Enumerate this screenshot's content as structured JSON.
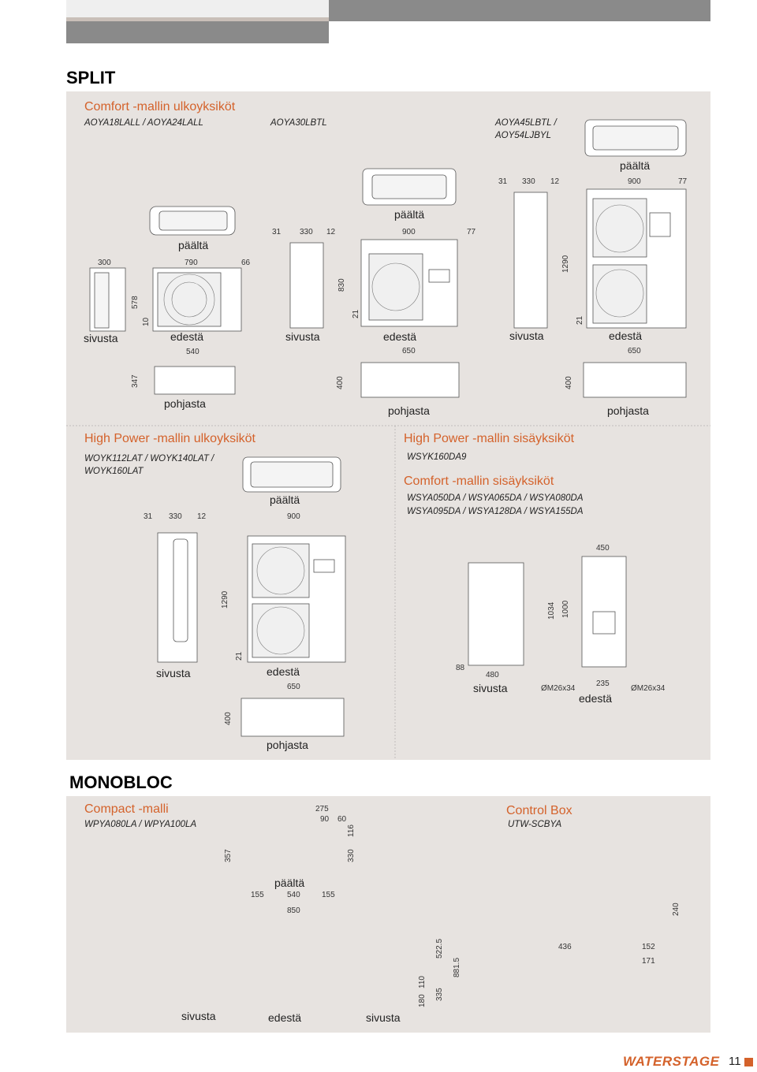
{
  "colors": {
    "accent": "#d4622b",
    "panel": "#e7e3e0",
    "header_gray": "#8a8a8a"
  },
  "split": {
    "title": "SPLIT",
    "comfort_outdoor": {
      "heading": "Comfort -mallin ulkoyksiköt",
      "model_a": "AOYA18LALL / AOYA24LALL",
      "model_b": "AOYA30LBTL",
      "model_c1": "AOYA45LBTL /",
      "model_c2": "AOY54LJBYL",
      "a": {
        "d300": "300",
        "d790": "790",
        "d66": "66",
        "d578": "578",
        "d10": "10",
        "d540": "540",
        "d347": "347"
      },
      "b": {
        "d31": "31",
        "d330": "330",
        "d12": "12",
        "d900": "900",
        "d77": "77",
        "d830": "830",
        "d21": "21",
        "d650": "650",
        "d400": "400"
      },
      "c": {
        "d31": "31",
        "d330": "330",
        "d12": "12",
        "d900": "900",
        "d77": "77",
        "d1290": "1290",
        "d21": "21",
        "d650": "650",
        "d400": "400"
      }
    },
    "high_power_outdoor": {
      "heading": "High Power -mallin ulkoyksiköt",
      "model1": "WOYK112LAT / WOYK140LAT /",
      "model2": "WOYK160LAT",
      "d31": "31",
      "d330": "330",
      "d12": "12",
      "d900": "900",
      "d1290": "1290",
      "d21": "21",
      "d650": "650",
      "d400": "400"
    },
    "high_power_indoor": {
      "heading": "High Power -mallin sisäyksiköt",
      "model": "WSYK160DA9"
    },
    "comfort_indoor": {
      "heading": "Comfort -mallin sisäyksiköt",
      "model1": "WSYA050DA / WSYA065DA / WSYA080DA",
      "model2": "WSYA095DA / WSYA128DA / WSYA155DA",
      "d450": "450",
      "d1034": "1034",
      "d1000": "1000",
      "d88": "88",
      "d480": "480",
      "d235": "235",
      "pipe_l": "ØM26x34",
      "pipe_r": "ØM26x34"
    }
  },
  "views": {
    "top": "päältä",
    "side": "sivusta",
    "front": "edestä",
    "bottom": "pohjasta"
  },
  "monobloc": {
    "title": "MONOBLOC",
    "compact": {
      "heading": "Compact -malli",
      "model": "WPYA080LA / WPYA100LA",
      "d275": "275",
      "d90": "90",
      "d60": "60",
      "d116": "116",
      "d357": "357",
      "d330": "330",
      "d155a": "155",
      "d540": "540",
      "d155b": "155",
      "d850": "850",
      "d522": "522.5",
      "d881": "881.5",
      "d180": "180",
      "d110": "110",
      "d335": "335"
    },
    "control_box": {
      "heading": "Control Box",
      "model": "UTW-SCBYA",
      "d436": "436",
      "d152": "152",
      "d171": "171",
      "d240": "240"
    }
  },
  "footer": {
    "logo": "WATERSTAGE",
    "page": "11"
  }
}
